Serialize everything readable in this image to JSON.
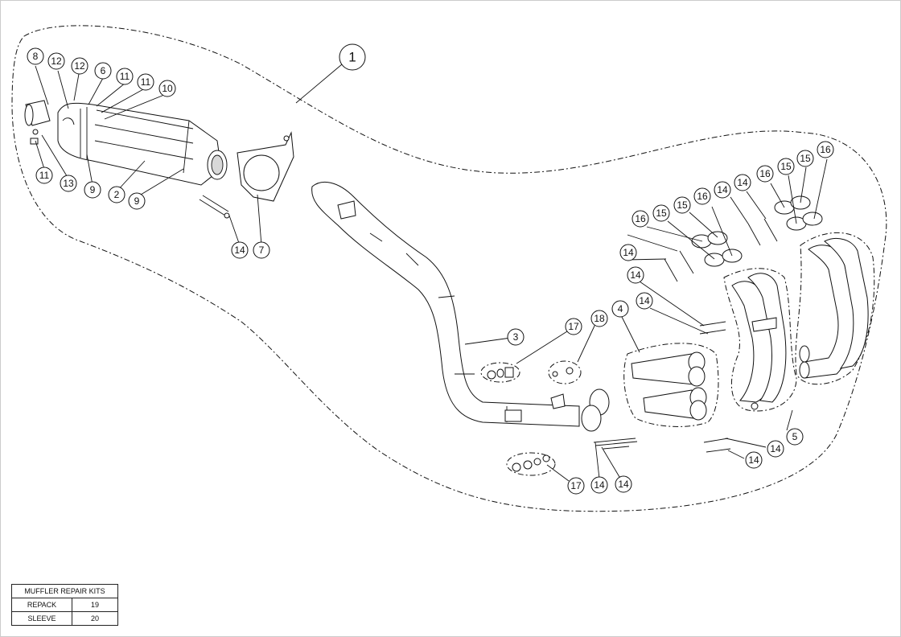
{
  "callouts": [
    {
      "label": "1"
    },
    {
      "label": "8"
    },
    {
      "label": "12"
    },
    {
      "label": "12"
    },
    {
      "label": "6"
    },
    {
      "label": "11"
    },
    {
      "label": "11"
    },
    {
      "label": "10"
    },
    {
      "label": "11"
    },
    {
      "label": "13"
    },
    {
      "label": "9"
    },
    {
      "label": "2"
    },
    {
      "label": "9"
    },
    {
      "label": "14"
    },
    {
      "label": "7"
    },
    {
      "label": "3"
    },
    {
      "label": "17"
    },
    {
      "label": "18"
    },
    {
      "label": "4"
    },
    {
      "label": "14"
    },
    {
      "label": "14"
    },
    {
      "label": "14"
    },
    {
      "label": "16"
    },
    {
      "label": "15"
    },
    {
      "label": "15"
    },
    {
      "label": "16"
    },
    {
      "label": "14"
    },
    {
      "label": "14"
    },
    {
      "label": "16"
    },
    {
      "label": "15"
    },
    {
      "label": "15"
    },
    {
      "label": "16"
    },
    {
      "label": "5"
    },
    {
      "label": "14"
    },
    {
      "label": "14"
    },
    {
      "label": "17"
    },
    {
      "label": "14"
    },
    {
      "label": "14"
    }
  ],
  "repair_kits": {
    "title": "MUFFLER REPAIR KITS",
    "rows": [
      {
        "name": "REPACK",
        "code": "19"
      },
      {
        "name": "SLEEVE",
        "code": "20"
      }
    ]
  }
}
